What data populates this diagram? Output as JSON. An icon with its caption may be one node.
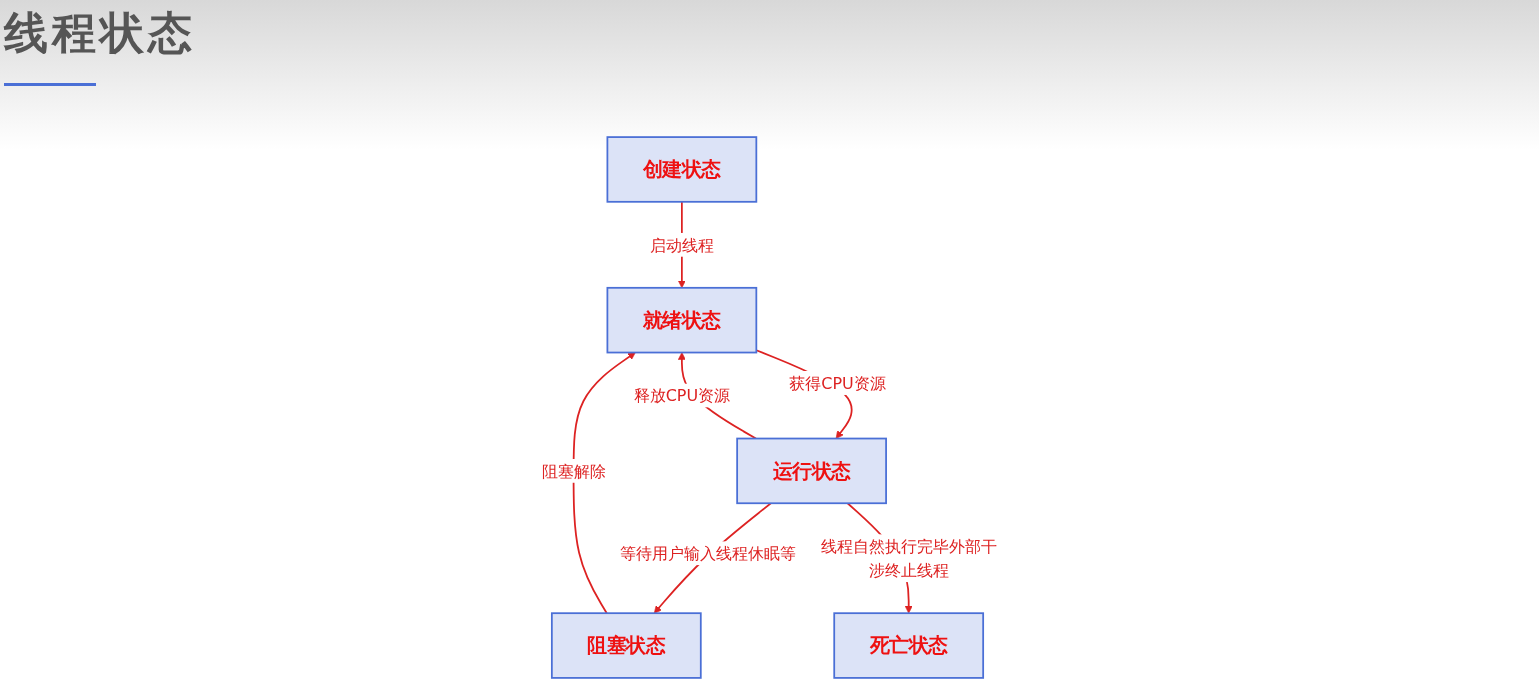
{
  "diagram": {
    "title": "线程状态",
    "nodes": [
      {
        "text": [
          "创建状态"
        ]
      },
      {
        "text": [
          "阻塞状态"
        ]
      },
      {
        "text": [
          "死亡状态"
        ]
      },
      {
        "text": [
          "就绪状态"
        ]
      },
      {
        "text": [
          "运行状态"
        ]
      }
    ],
    "edges": [
      {
        "from": 0,
        "to": 3,
        "arrow": "to",
        "label": "启动线程",
        "color": "#dd2222"
      },
      {
        "from": 1,
        "to": 3,
        "arrow": "to",
        "label": "阻塞解除",
        "color": "#dd2222"
      },
      {
        "from": 4,
        "to": 1,
        "arrow": "to",
        "label": "等待用户输入线程休眠等",
        "color": "#dd2222"
      },
      {
        "from": 4,
        "to": 2,
        "arrow": "to",
        "label": "线程自然执行完毕外部干涉终止线程",
        "color": "#dd2222"
      },
      {
        "from": 3,
        "to": 4,
        "arrow": "to",
        "label": "获得CPU资源",
        "color": "#dd2222"
      },
      {
        "from": 4,
        "to": 3,
        "arrow": "to",
        "label": "释放CPU资源",
        "color": "#dd2222"
      }
    ]
  }
}
